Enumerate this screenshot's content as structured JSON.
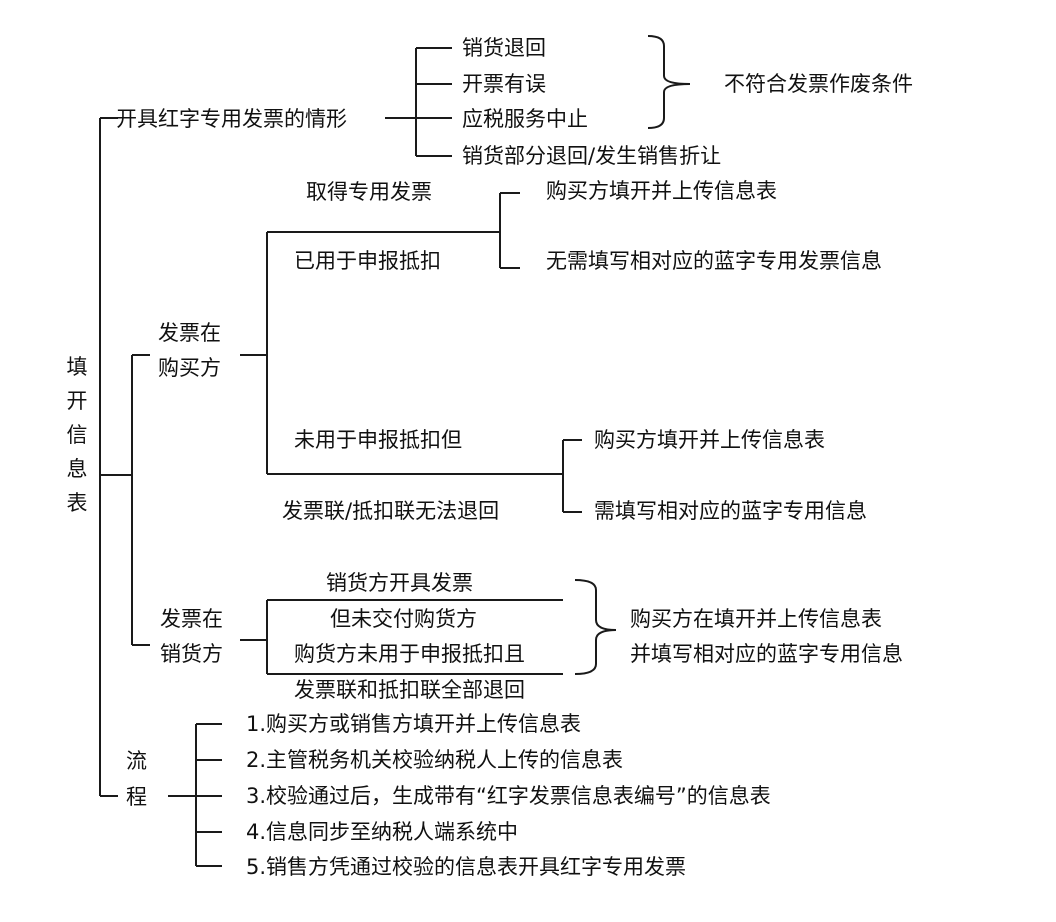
{
  "root": {
    "label": "填开信息表"
  },
  "situations": {
    "label": "开具红字专用发票的情形",
    "items": [
      "销货退回",
      "开票有误",
      "应税服务中止",
      "销货部分退回/发生销售折让"
    ],
    "note": "不符合发票作废条件"
  },
  "buyer": {
    "label_line1": "发票在",
    "label_line2": "购买方",
    "obtained": "取得专用发票",
    "used": {
      "label": "已用于申报抵扣",
      "results": [
        "购买方填开并上传信息表",
        "无需填写相对应的蓝字专用发票信息"
      ]
    },
    "unused": {
      "label_line1": "未用于申报抵扣但",
      "label_line2": "发票联/抵扣联无法退回",
      "results": [
        "购买方填开并上传信息表",
        "需填写相对应的蓝字专用信息"
      ]
    }
  },
  "seller": {
    "label_line1": "发票在",
    "label_line2": "销货方",
    "conditions": [
      "销货方开具发票",
      "但未交付购货方",
      "购货方未用于申报抵扣且",
      "发票联和抵扣联全部退回"
    ],
    "result_line1": "购买方在填开并上传信息表",
    "result_line2": "并填写相对应的蓝字专用信息"
  },
  "process": {
    "label_line1": "流",
    "label_line2": "程",
    "steps": [
      "1.购买方或销售方填开并上传信息表",
      "2.主管税务机关校验纳税人上传的信息表",
      "3.校验通过后，生成带有“红字发票信息表编号”的信息表",
      "4.信息同步至纳税人端系统中",
      "5.销售方凭通过校验的信息表开具红字专用发票"
    ]
  }
}
